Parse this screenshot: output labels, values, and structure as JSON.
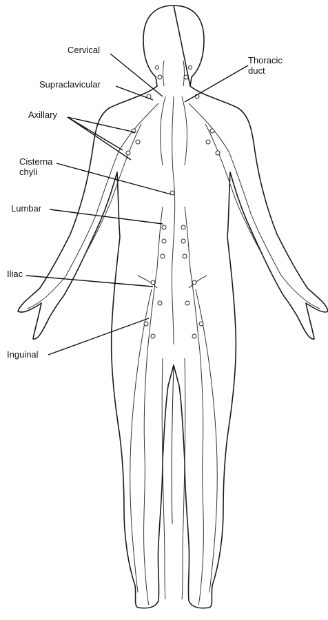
{
  "labels": {
    "cervical": "Cervical",
    "thoracic_duct": "Thoracic\nduct",
    "supraclavicular": "Supraclavicular",
    "axillary": "Axillary",
    "cisterna_chyli": "Cisterna\nchyli",
    "lumbar": "Lumbar",
    "iliac": "Iliac",
    "inguinal": "Inguinal"
  },
  "colors": {
    "outline": "#1a1a1a",
    "vessel": "#333333",
    "background": "#ffffff"
  }
}
